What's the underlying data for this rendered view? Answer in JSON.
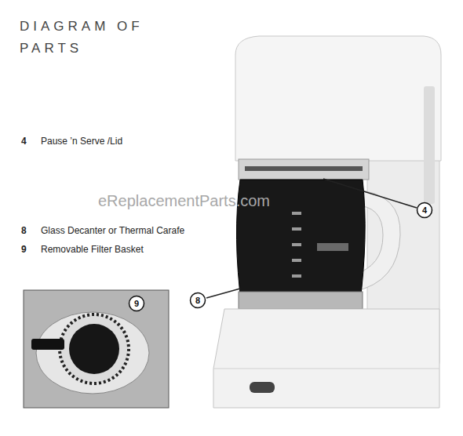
{
  "diagram": {
    "title": "DIAGRAM OF PARTS",
    "nodes": [
      {
        "text": [
          "4"
        ]
      },
      {
        "text": [
          "8"
        ]
      },
      {
        "text": [
          "9"
        ]
      }
    ],
    "labels": [
      "4",
      "Pause ’n Serve /Lid",
      "8",
      "Glass Decanter or Thermal Carafe",
      "9",
      "Removable Filter Basket",
      "eReplacementParts.com"
    ]
  }
}
